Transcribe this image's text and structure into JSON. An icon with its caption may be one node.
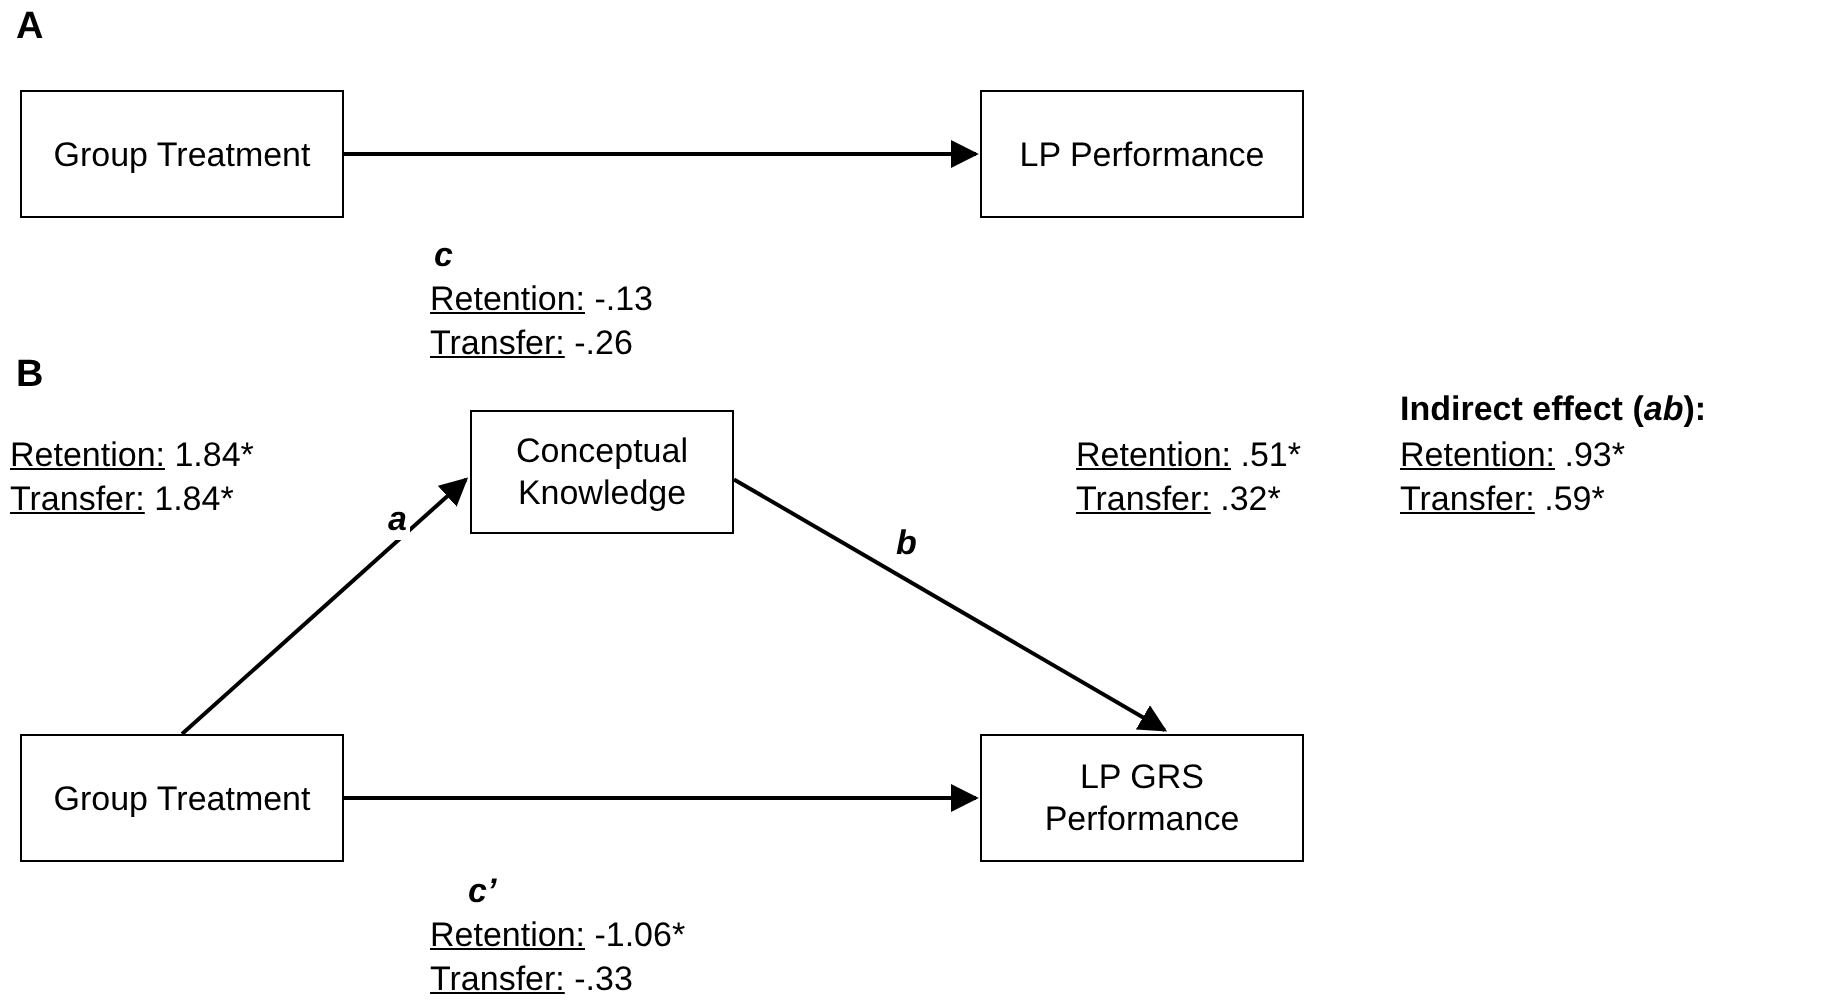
{
  "diagram": {
    "nodes": [
      {
        "text": [
          "Group Treatment"
        ]
      },
      {
        "text": [
          "LP Performance"
        ]
      },
      {
        "text": [
          "Conceptual Knowledge"
        ]
      },
      {
        "text": [
          "Group Treatment"
        ]
      },
      {
        "text": [
          "LP GRS Performance"
        ]
      }
    ],
    "edges": [
      {
        "from": 0,
        "to": 1,
        "arrow": "to",
        "label": "c"
      },
      {
        "from": 3,
        "to": 2,
        "arrow": "to",
        "label": "a"
      },
      {
        "from": 2,
        "to": 4,
        "arrow": "to",
        "label": "b"
      },
      {
        "from": 3,
        "to": 4,
        "arrow": "to",
        "label": "c’"
      }
    ],
    "labels": [
      "A",
      "Retention: -.13",
      "Transfer: -.26",
      "B",
      "Retention: 1.84*",
      "Transfer: 1.84*",
      "Retention: .51*",
      "Transfer: .32*",
      "Indirect effect (*ab*):",
      "Retention: .93*",
      "Transfer: .59*",
      "Retention: -1.06*",
      "Transfer: -.33"
    ]
  }
}
